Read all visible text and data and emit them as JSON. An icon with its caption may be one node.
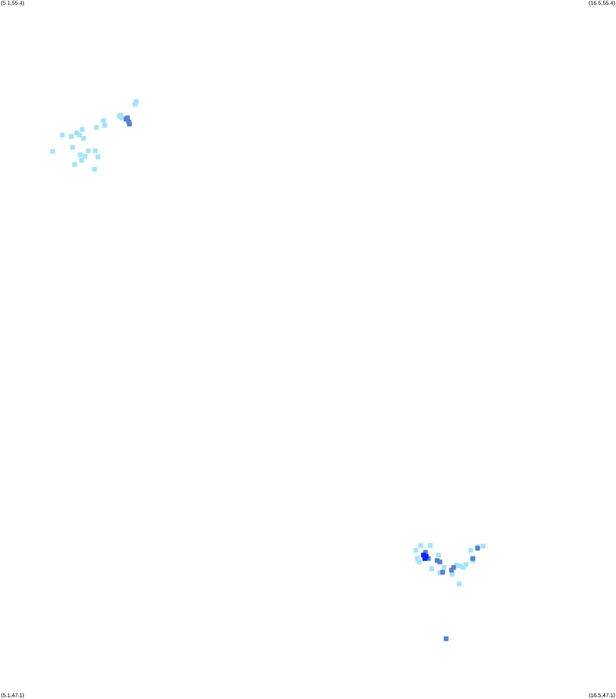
{
  "diagram": {
    "labels": [
      "(5.1,55.4)",
      "(16.5,55.4)",
      "(5.1,47.1)",
      "(16.5,47.1)"
    ]
  }
}
